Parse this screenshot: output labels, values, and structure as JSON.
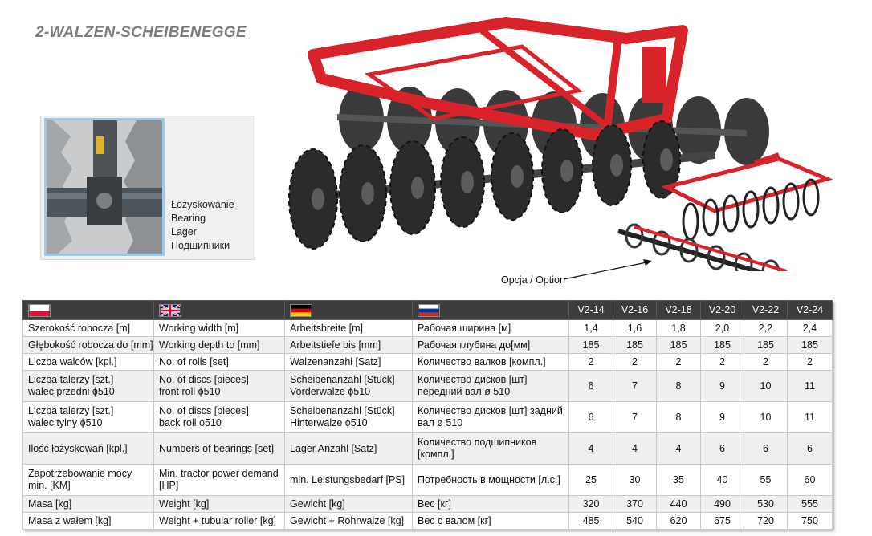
{
  "title": "2-WALZEN-SCHEIBENEGGE",
  "bearing_labels": [
    "Łożyskowanie",
    "Bearing",
    "Lager",
    "Подшипники"
  ],
  "option_label": "Opcja / Option",
  "table": {
    "flags": [
      "pl-flag-icon",
      "gb-flag-icon",
      "de-flag-icon",
      "ru-flag-icon"
    ],
    "models": [
      "V2-14",
      "V2-16",
      "V2-18",
      "V2-20",
      "V2-22",
      "V2-24"
    ],
    "rows": [
      {
        "pl": [
          "Szerokość robocza [m]"
        ],
        "en": [
          "Working width [m]"
        ],
        "de": [
          "Arbeitsbreite [m]"
        ],
        "ru": [
          "Рабочая ширина [м]"
        ],
        "values": [
          "1,4",
          "1,6",
          "1,8",
          "2,0",
          "2,2",
          "2,4"
        ]
      },
      {
        "pl": [
          "Głębokość robocza do [mm]"
        ],
        "en": [
          "Working depth to [mm]"
        ],
        "de": [
          "Arbeitstiefe bis [mm]"
        ],
        "ru": [
          "Рабочая глубина до[мм]"
        ],
        "values": [
          "185",
          "185",
          "185",
          "185",
          "185",
          "185"
        ]
      },
      {
        "pl": [
          "Liczba walców [kpl.]"
        ],
        "en": [
          "No. of rolls [set]"
        ],
        "de": [
          "Walzenanzahl [Satz]"
        ],
        "ru": [
          "Количество валков [компл.]"
        ],
        "values": [
          "2",
          "2",
          "2",
          "2",
          "2",
          "2"
        ]
      },
      {
        "pl": [
          "Liczba talerzy [szt.]",
          "walec przedni ϕ510"
        ],
        "en": [
          "No. of discs [pieces]",
          "front roll ϕ510"
        ],
        "de": [
          "Scheibenanzahl [Stück]",
          "Vorderwalze ϕ510"
        ],
        "ru": [
          "Количество дисков [шт]",
          "передний вал ø 510"
        ],
        "values": [
          "6",
          "7",
          "8",
          "9",
          "10",
          "11"
        ]
      },
      {
        "pl": [
          "Liczba talerzy [szt.]",
          "walec tylny ϕ510"
        ],
        "en": [
          "No. of discs [pieces]",
          "back roll ϕ510"
        ],
        "de": [
          "Scheibenanzahl [Stück]",
          "Hinterwalze ϕ510"
        ],
        "ru": [
          "Количество дисков [шт] задний",
          "вал ø 510"
        ],
        "values": [
          "6",
          "7",
          "8",
          "9",
          "10",
          "11"
        ]
      },
      {
        "pl": [
          "Ilość łożyskowań [kpl.]"
        ],
        "en": [
          "Numbers of bearings [set]"
        ],
        "de": [
          "Lager Anzahl [Satz]"
        ],
        "ru": [
          "Количество подшипников",
          "[компл.]"
        ],
        "values": [
          "4",
          "4",
          "4",
          "6",
          "6",
          "6"
        ]
      },
      {
        "pl": [
          "Zapotrzebowanie mocy",
          "min. [KM]"
        ],
        "en": [
          "Min. tractor power demand",
          "[HP]"
        ],
        "de": [
          "min. Leistungsbedarf [PS]"
        ],
        "ru": [
          "Потребность в мощности  [л.с.]"
        ],
        "values": [
          "25",
          "30",
          "35",
          "40",
          "55",
          "60"
        ]
      },
      {
        "pl": [
          "Masa [kg]"
        ],
        "en": [
          "Weight [kg]"
        ],
        "de": [
          "Gewicht [kg]"
        ],
        "ru": [
          "Вес [кг]"
        ],
        "values": [
          "320",
          "370",
          "440",
          "490",
          "530",
          "555"
        ]
      },
      {
        "pl": [
          "Masa z wałem [kg]"
        ],
        "en": [
          "Weight + tubular roller [kg]"
        ],
        "de": [
          "Gewicht + Rohrwalze [kg]"
        ],
        "ru": [
          "Вес с валом [кг]"
        ],
        "values": [
          "485",
          "540",
          "620",
          "675",
          "720",
          "750"
        ]
      }
    ]
  },
  "colors": {
    "frame_red": "#d9232b",
    "disc_dark": "#2b2b2b",
    "header_bg": "#3d3d3d",
    "inset_border": "#9fc9e6",
    "title_grey": "#7d7d7d"
  }
}
